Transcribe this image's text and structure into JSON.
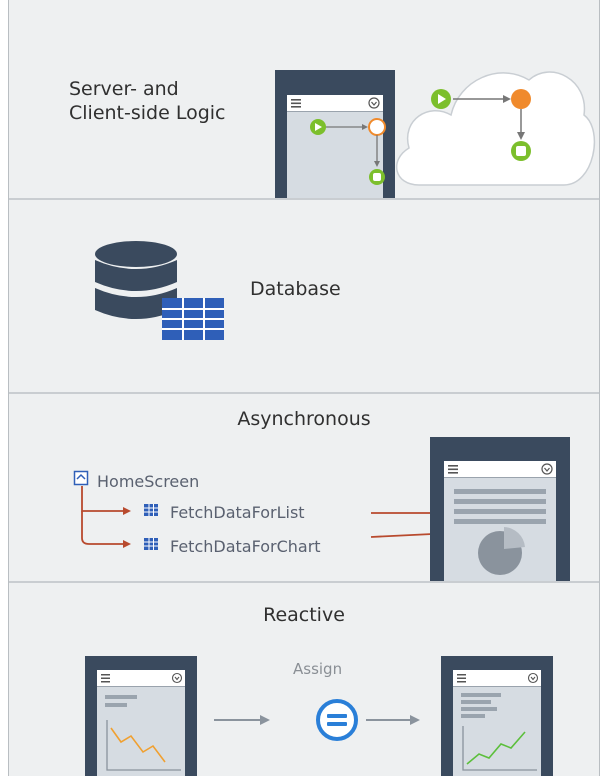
{
  "sections": {
    "logic": {
      "title_line1": "Server- and",
      "title_line2": "Client-side Logic"
    },
    "database": {
      "title": "Database"
    },
    "async": {
      "title": "Asynchronous",
      "tree": {
        "root": "HomeScreen",
        "children": [
          "FetchDataForList",
          "FetchDataForChart"
        ]
      }
    },
    "reactive": {
      "title": "Reactive",
      "assign_label": "Assign"
    }
  },
  "colors": {
    "background": "#eef0f1",
    "phone_frame": "#3a4a5e",
    "screen": "#d6dce2",
    "start_node": "#7cbf2c",
    "process_node": "#f08a2c",
    "arrow_red": "#b84a2e",
    "db_blue": "#2f5fb8",
    "db_dark": "#3a4a5e",
    "assign_blue": "#2a7fd8",
    "chart_down": "#f0a030",
    "chart_up": "#5cbf3c"
  },
  "icons": [
    "hamburger-icon",
    "dropdown-icon",
    "start-node-icon",
    "process-node-icon",
    "end-node-icon",
    "database-icon",
    "table-icon",
    "screen-icon",
    "assign-icon",
    "arrow-icon",
    "pie-chart-icon",
    "line-chart-icon"
  ]
}
